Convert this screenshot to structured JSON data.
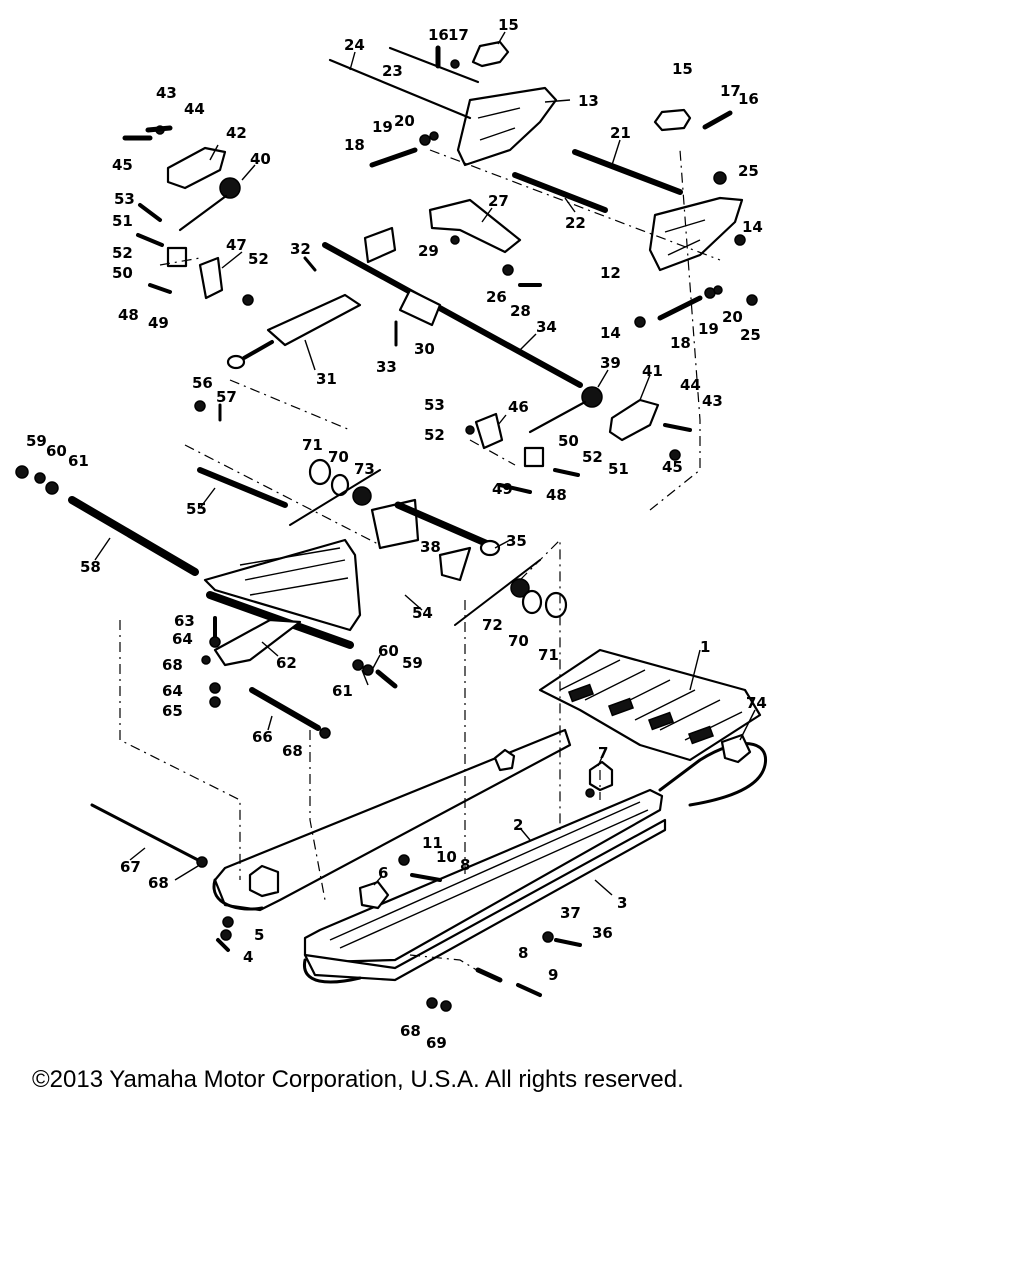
{
  "diagram": {
    "part_numbers": [
      "1",
      "2",
      "3",
      "4",
      "5",
      "6",
      "7",
      "8",
      "9",
      "10",
      "11",
      "12",
      "13",
      "14",
      "15",
      "16",
      "17",
      "18",
      "19",
      "20",
      "21",
      "22",
      "23",
      "24",
      "25",
      "26",
      "27",
      "28",
      "29",
      "30",
      "31",
      "32",
      "33",
      "34",
      "35",
      "37",
      "38",
      "39",
      "40",
      "41",
      "42",
      "43",
      "44",
      "45",
      "46",
      "47",
      "48",
      "49",
      "50",
      "51",
      "52",
      "53",
      "54",
      "55",
      "56",
      "57",
      "58",
      "59",
      "60",
      "61",
      "62",
      "63",
      "64",
      "65",
      "66",
      "67",
      "68",
      "69",
      "70",
      "71",
      "72",
      "73",
      "74"
    ]
  },
  "footer": {
    "copyright": "©2013 Yamaha Motor Corporation, U.S.A. All rights reserved."
  }
}
